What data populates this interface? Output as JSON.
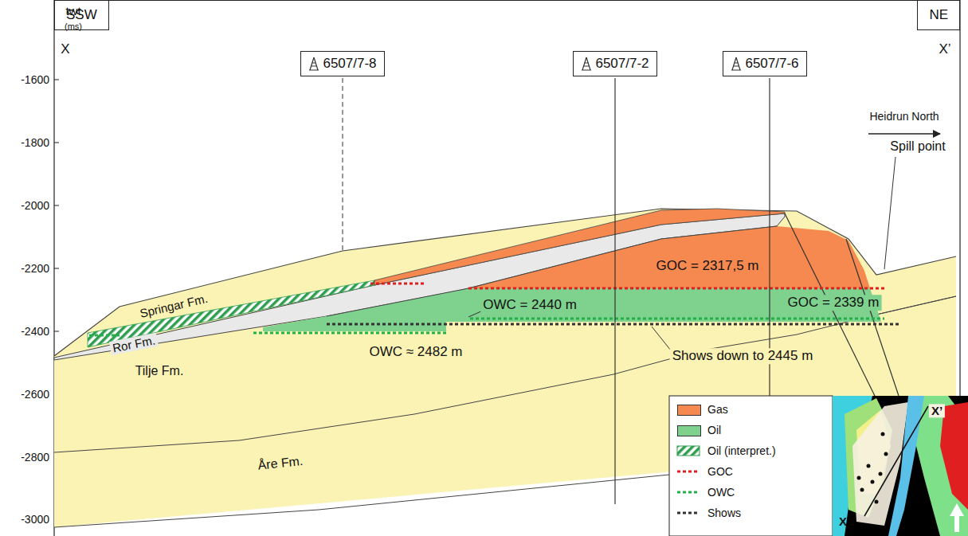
{
  "diagram": {
    "nodes": [
      {
        "text": [
          "SSW"
        ]
      },
      {
        "text": [
          "6507/7-8"
        ]
      },
      {
        "text": [
          "6507/7-2"
        ]
      },
      {
        "text": [
          "6507/7-6"
        ]
      },
      {
        "text": [
          "NE"
        ]
      }
    ],
    "labels": [
      "twt",
      "(ms)",
      "X",
      "X’",
      "-1600",
      "-1800",
      "-2000",
      "-2200",
      "-2400",
      "-2600",
      "-2800",
      "-3000",
      "Heidrun North",
      "Spill point",
      "GOC = 2317,5 m",
      "GOC = 2339 m",
      "OWC = 2440 m",
      "OWC ≈ 2482 m",
      "Shows down to 2445 m",
      "Springar Fm.",
      "Ror Fm.",
      "Tilje Fm.",
      "Åre Fm.",
      "X",
      "X’"
    ],
    "legend": [
      {
        "text": "Gas",
        "color": "#f5894f"
      },
      {
        "text": "Oil",
        "color": "#7fd18e"
      },
      {
        "text": "Oil (interpret.)"
      },
      {
        "text": "GOC"
      },
      {
        "text": "OWC"
      },
      {
        "text": "Shows"
      }
    ]
  }
}
